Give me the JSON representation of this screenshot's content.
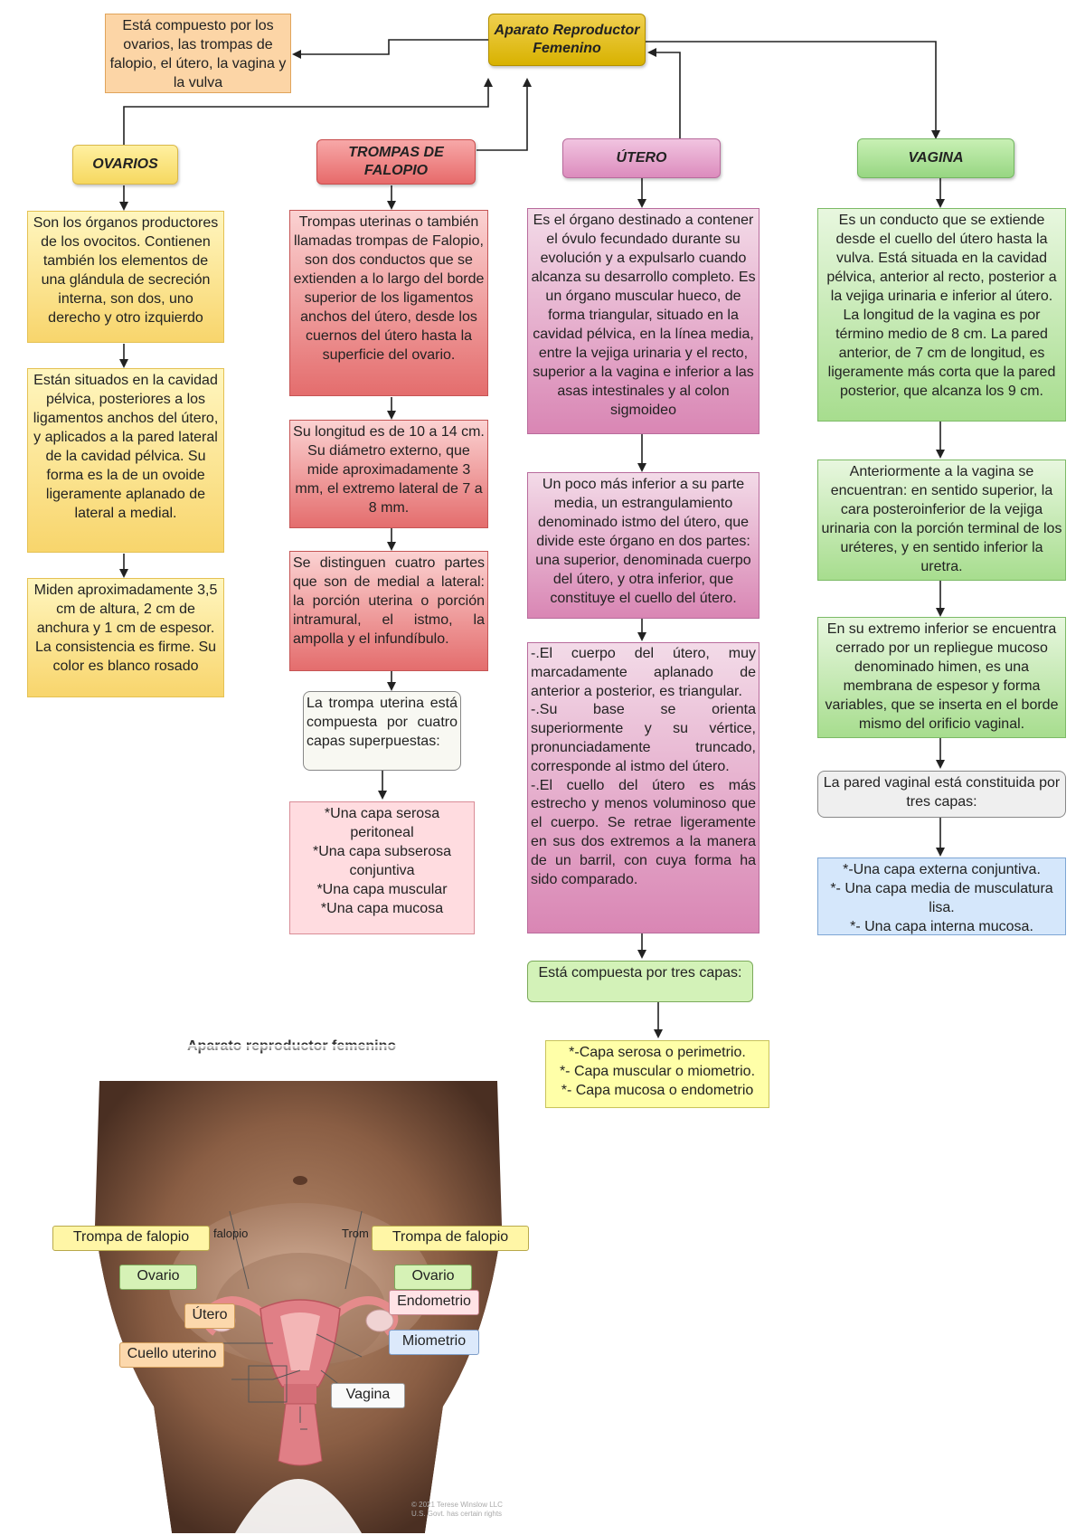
{
  "title": "Aparato Reproductor Femenino",
  "intro": "Está compuesto por los ovarios, las trompas de falopio, el útero, la vagina y la vulva",
  "ovarios": {
    "header": "OVARIOS",
    "b1": "Son los órganos productores de los ovocitos. Contienen también los elementos de una glándula de secreción interna, son dos, uno derecho y otro izquierdo",
    "b2": "Están situados en la cavidad pélvica, posteriores a los ligamentos anchos del útero, y aplicados a la pared lateral de la cavidad pélvica. Su forma es la de un ovoide ligeramente aplanado de lateral a medial.",
    "b3": "Miden aproximadamente 3,5 cm de altura, 2 cm de anchura y 1 cm de espesor. La consistencia es firme. Su color es blanco rosado"
  },
  "trompas": {
    "header": "TROMPAS DE FALOPIO",
    "b1": "Trompas uterinas o también llamadas trompas de Falopio, son dos conductos que se extienden a lo largo del borde superior de los ligamentos anchos del útero, desde los cuernos del útero hasta la superficie del ovario.",
    "b2": "Su longitud es de 10 a 14 cm. Su diámetro externo, que mide aproximadamente 3 mm, el extremo lateral de 7 a 8 mm.",
    "b3": "Se distinguen cuatro partes que son de medial a lateral: la porción uterina o porción intramural, el istmo, la ampolla y el infundíbulo.",
    "b4": "La trompa uterina está compuesta por cuatro capas superpuestas:",
    "b5": "*Una capa serosa peritoneal\n*Una capa subserosa conjuntiva\n*Una capa muscular\n*Una capa mucosa"
  },
  "utero": {
    "header": "ÚTERO",
    "b1": "Es el órgano destinado a contener el óvulo fecundado durante su evolución y a expulsarlo cuando alcanza su desarrollo completo. Es un órgano muscular hueco, de forma triangular, situado en la cavidad pélvica, en la línea media, entre la vejiga urinaria y el recto, superior a la vagina e inferior a las asas intestinales y al colon sigmoideo",
    "b2": "Un poco más inferior a su parte media, un estrangulamiento denominado istmo del útero, que divide este órgano en dos partes: una superior, denominada cuerpo del útero, y otra inferior, que constituye el cuello del útero.",
    "b3": "-.El cuerpo del útero, muy marcadamente aplanado de anterior a posterior, es triangular.\n-.Su base se orienta superiormente y su vértice, pronunciadamente truncado, corresponde al istmo del útero.\n-.El cuello del útero es más estrecho y menos voluminoso que el cuerpo. Se retrae ligeramente en sus dos extremos a la manera de un barril, con cuya forma ha sido comparado.",
    "b4": "Está compuesta por tres capas:",
    "b5": "*-Capa serosa o perimetrio.\n*- Capa muscular o miometrio.\n*- Capa mucosa o endometrio"
  },
  "vagina": {
    "header": "VAGINA",
    "b1": "Es un conducto que se extiende desde el cuello del útero hasta la vulva. Está situada en la cavidad pélvica, anterior al recto, posterior a la vejiga urinaria e inferior al útero. La longitud de la vagina es por término medio de 8 cm. La pared anterior, de 7 cm de longitud, es ligeramente más corta que la pared posterior, que alcanza los 9 cm.",
    "b2": "Anteriormente a la vagina se encuentran: en sentido superior, la cara posteroinferior de la vejiga urinaria con la porción terminal de los uréteres, y en sentido inferior la uretra.",
    "b3": "En su extremo inferior se encuentra cerrado por un repliegue mucoso denominado himen, es una membrana de espesor y forma variables, que se inserta en el borde mismo del orificio vaginal.",
    "b4": "La pared vaginal está constituida por tres capas:",
    "b5": "*-Una capa externa conjuntiva.\n*- Una capa media de musculatura lisa.\n*- Una capa interna mucosa."
  },
  "illustration": {
    "title": "Aparato reproductor femenino",
    "labels": {
      "trompa_left": "Trompa de falopio",
      "trompa_right": "Trompa de falopio",
      "ovario_left": "Ovario",
      "ovario_right": "Ovario",
      "utero": "Útero",
      "endometrio": "Endometrio",
      "miometrio": "Miometrio",
      "cuello": "Cuello uterino",
      "vagina": "Vagina"
    },
    "frag_left": "falopio",
    "frag_right": "Trom",
    "credit1": "© 2021 Terese Winslow LLC",
    "credit2": "U.S. Govt. has certain rights"
  },
  "colors": {
    "arrow": "#222222",
    "skin_dark": "#4a2f22",
    "skin_light": "#b08569",
    "uterus": "#e07f86"
  }
}
